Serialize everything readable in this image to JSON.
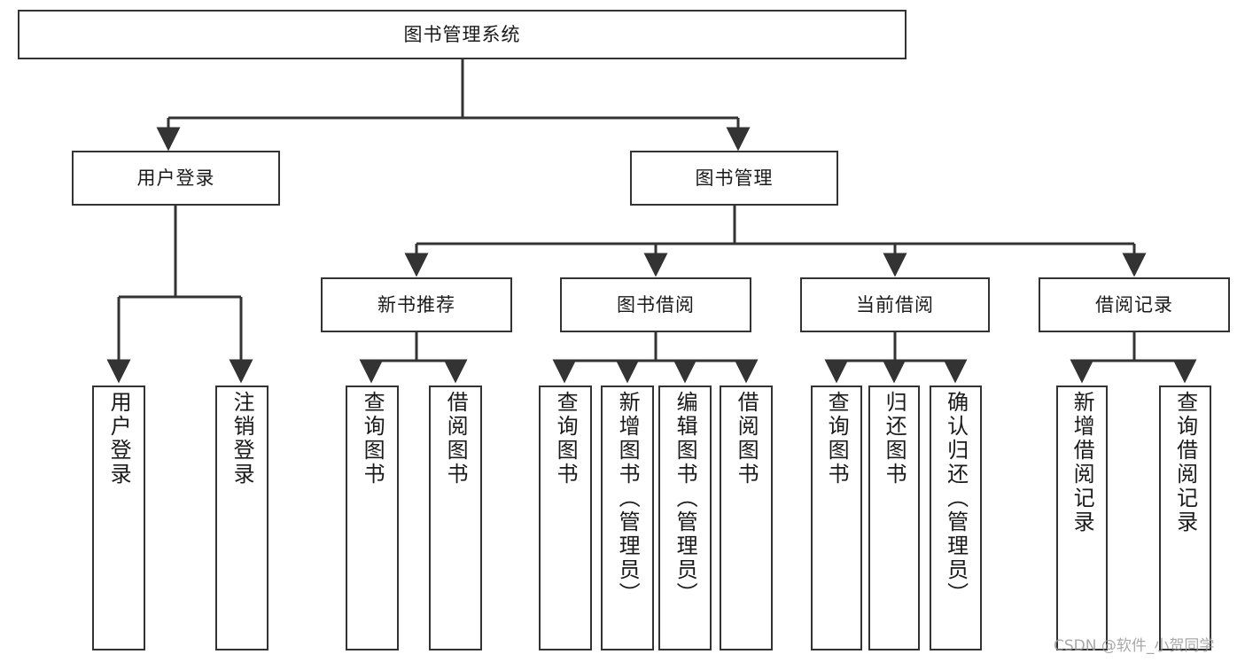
{
  "diagram": {
    "title": "图书管理系统",
    "type": "hierarchy-tree",
    "root": {
      "id": "root",
      "label": "图书管理系统",
      "orientation": "horizontal"
    },
    "level2": [
      {
        "id": "user-login",
        "label": "用户登录",
        "orientation": "horizontal"
      },
      {
        "id": "book-management",
        "label": "图书管理",
        "orientation": "horizontal"
      }
    ],
    "level3": [
      {
        "id": "new-book-recommend",
        "label": "新书推荐",
        "orientation": "horizontal",
        "parent": "book-management"
      },
      {
        "id": "book-borrow",
        "label": "图书借阅",
        "orientation": "horizontal",
        "parent": "book-management"
      },
      {
        "id": "current-borrow",
        "label": "当前借阅",
        "orientation": "horizontal",
        "parent": "book-management"
      },
      {
        "id": "borrow-record",
        "label": "借阅记录",
        "orientation": "horizontal",
        "parent": "book-management"
      }
    ],
    "leaves": [
      {
        "id": "leaf-user-login",
        "label": "用户登录",
        "orientation": "vertical",
        "parent": "user-login"
      },
      {
        "id": "leaf-logout-login",
        "label": "注销登录",
        "orientation": "vertical",
        "parent": "user-login"
      },
      {
        "id": "leaf-query-book-1",
        "label": "查询图书",
        "orientation": "vertical",
        "parent": "new-book-recommend"
      },
      {
        "id": "leaf-borrow-book-1",
        "label": "借阅图书",
        "orientation": "vertical",
        "parent": "new-book-recommend"
      },
      {
        "id": "leaf-query-book-2",
        "label": "查询图书",
        "orientation": "vertical",
        "parent": "book-borrow"
      },
      {
        "id": "leaf-add-book",
        "label": "新增图书（管理员）",
        "orientation": "vertical",
        "parent": "book-borrow"
      },
      {
        "id": "leaf-edit-book",
        "label": "编辑图书（管理员）",
        "orientation": "vertical",
        "parent": "book-borrow"
      },
      {
        "id": "leaf-borrow-book-2",
        "label": "借阅图书",
        "orientation": "vertical",
        "parent": "book-borrow"
      },
      {
        "id": "leaf-query-book-3",
        "label": "查询图书",
        "orientation": "vertical",
        "parent": "current-borrow"
      },
      {
        "id": "leaf-return-book",
        "label": "归还图书",
        "orientation": "vertical",
        "parent": "current-borrow"
      },
      {
        "id": "leaf-confirm-return",
        "label": "确认归还（管理员）",
        "orientation": "vertical",
        "parent": "current-borrow"
      },
      {
        "id": "leaf-add-record",
        "label": "新增借阅记录",
        "orientation": "vertical",
        "parent": "borrow-record"
      },
      {
        "id": "leaf-query-record",
        "label": "查询借阅记录",
        "orientation": "vertical",
        "parent": "borrow-record"
      }
    ],
    "colors": {
      "stroke": "#333333",
      "fill": "#ffffff",
      "text": "#1a1a1a",
      "watermark": "#9a9a9a"
    }
  },
  "watermark": {
    "text": "CSDN @软件_小贺同学"
  }
}
